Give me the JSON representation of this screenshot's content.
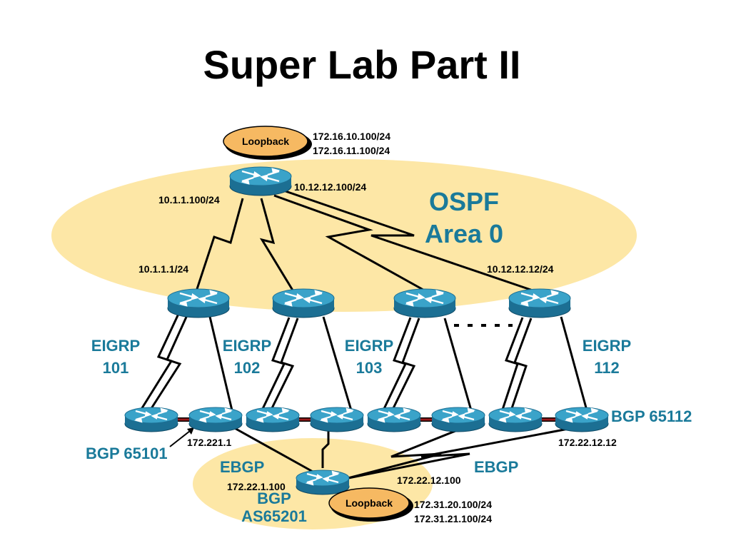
{
  "title": "Super Lab Part II",
  "ospf": {
    "line1": "OSPF",
    "line2": "Area 0"
  },
  "core": {
    "loopback_label": "Loopback",
    "loopback_ip1": "172.16.10.100/24",
    "loopback_ip2": "172.16.11.100/24",
    "left_ip": "10.1.1.100/24",
    "right_ip": "10.12.12.100/24"
  },
  "area_ips": {
    "r1": "10.1.1.1/24",
    "r4": "10.12.12.12/24"
  },
  "eigrp": [
    {
      "line1": "EIGRP",
      "line2": "101"
    },
    {
      "line1": "EIGRP",
      "line2": "102"
    },
    {
      "line1": "EIGRP",
      "line2": "103"
    },
    {
      "line1": "EIGRP",
      "line2": "112"
    }
  ],
  "bgp": {
    "as_left": "BGP 65101",
    "as_right": "BGP 65112",
    "ip_left": "172.221.1",
    "ip_right": "172.22.12.12",
    "ebgp_left": "EBGP",
    "ebgp_right": "EBGP",
    "bottom_ip_left": "172.22.1.100",
    "bottom_ip_right": "172.22.12.100",
    "bottom_as_line1": "BGP",
    "bottom_as_line2": "AS65201",
    "bottom_loopback_label": "Loopback",
    "bottom_loopback_ip1": "172.31.20.100/24",
    "bottom_loopback_ip2": "172.31.21.100/24"
  },
  "colors": {
    "router_top": "#3aa3c9",
    "router_side": "#1c6f93",
    "area_fill": "#fde7a6",
    "loopback_fill": "#f6b962",
    "label_blue": "#1a7a9a",
    "ethernet_red": "#9b1b1b"
  }
}
